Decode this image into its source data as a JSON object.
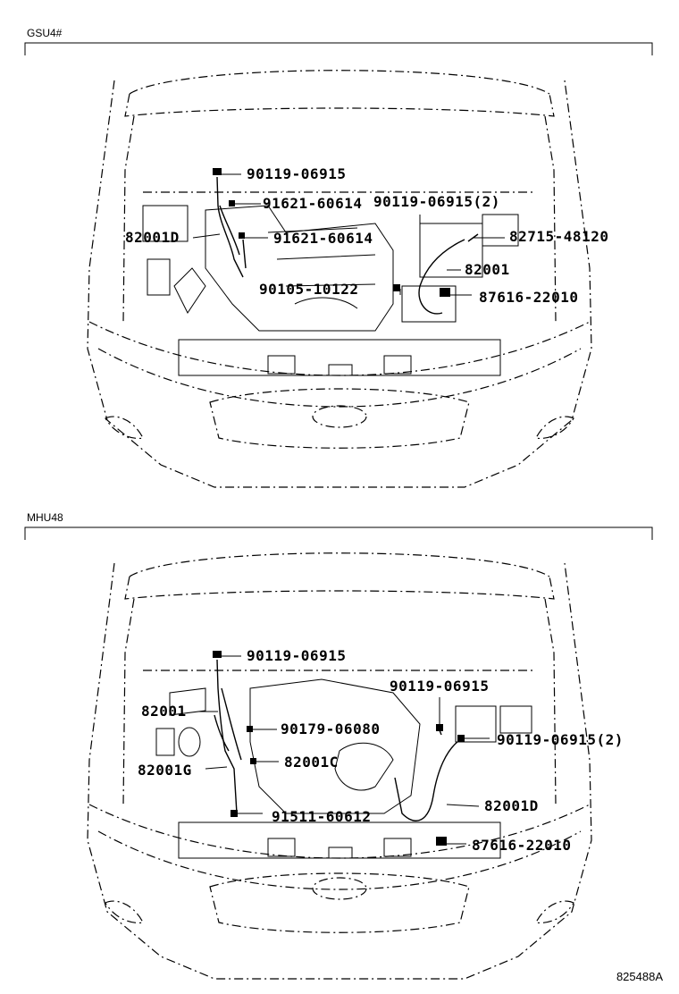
{
  "sections": [
    {
      "label": "GSU4#",
      "callouts": {
        "c1": "90119-06915",
        "c2": "91621-60614",
        "c3": "90119-06915(2)",
        "c4": "82001D",
        "c5": "91621-60614",
        "c6": "82715-48120",
        "c7": "82001",
        "c8": "90105-10122",
        "c9": "87616-22010"
      }
    },
    {
      "label": "MHU48",
      "callouts": {
        "c1": "90119-06915",
        "c2": "90119-06915",
        "c3": "82001",
        "c4": "90179-06080",
        "c5": "90119-06915(2)",
        "c6": "82001C",
        "c7": "82001G",
        "c8": "82001D",
        "c9": "91511-60612",
        "c10": "87616-22010"
      }
    }
  ],
  "footer": "825488A"
}
